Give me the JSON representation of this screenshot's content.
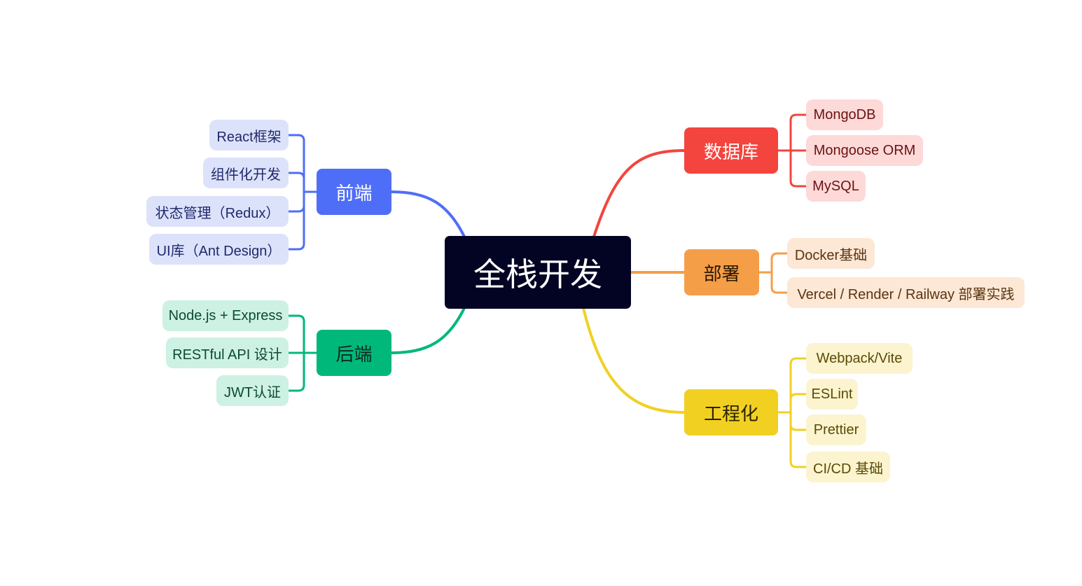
{
  "root": {
    "label": "全栈开发",
    "color": "#030423"
  },
  "branches": {
    "frontend": {
      "label": "前端",
      "color": "#4f6ef7",
      "text_color": "#ffffff",
      "leaf_bg": "#dde2fb",
      "leaf_text": "#1f2a6b",
      "leaves": [
        "React框架",
        "组件化开发",
        "状态管理（Redux）",
        "UI库（Ant Design）"
      ]
    },
    "backend": {
      "label": "后端",
      "color": "#00b87a",
      "text_color": "#0b2a1d",
      "leaf_bg": "#cdf1e3",
      "leaf_text": "#0c4a32",
      "leaves": [
        "Node.js + Express",
        "RESTful API 设计",
        "JWT认证"
      ]
    },
    "database": {
      "label": "数据库",
      "color": "#f4443e",
      "text_color": "#ffffff",
      "leaf_bg": "#fdd9d8",
      "leaf_text": "#6a1412",
      "leaves": [
        "MongoDB",
        "Mongoose ORM",
        "MySQL"
      ]
    },
    "deploy": {
      "label": "部署",
      "color": "#f59e48",
      "text_color": "#2b1600",
      "leaf_bg": "#fde7d5",
      "leaf_text": "#5a3410",
      "leaves": [
        "Docker基础",
        "Vercel / Render / Railway 部署实践"
      ]
    },
    "eng": {
      "label": "工程化",
      "color": "#f1d022",
      "text_color": "#2a2200",
      "leaf_bg": "#fcf4cf",
      "leaf_text": "#5a4a05",
      "leaves": [
        "Webpack/Vite",
        "ESLint",
        "Prettier",
        "CI/CD 基础"
      ]
    }
  }
}
